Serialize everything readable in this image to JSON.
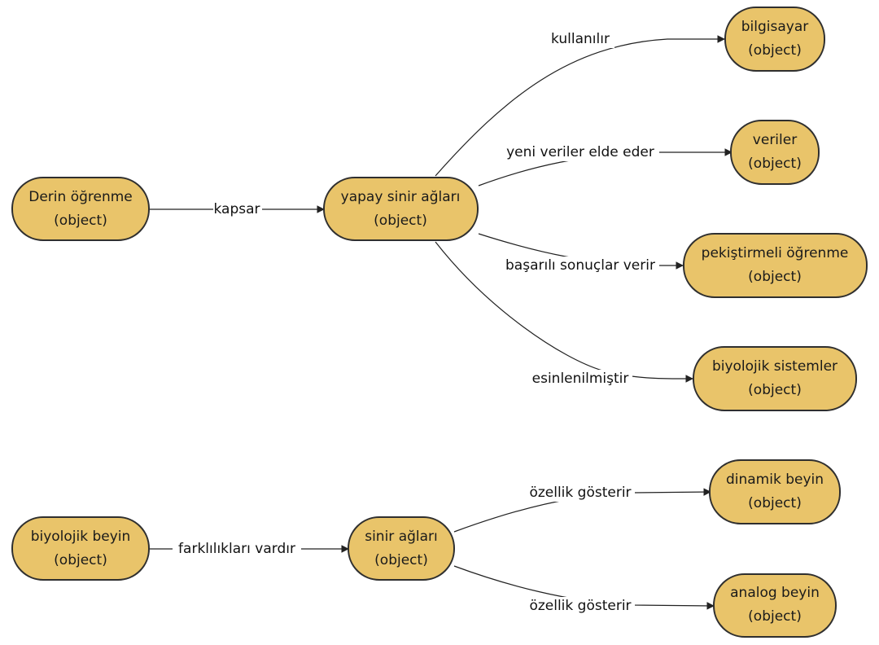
{
  "diagram": {
    "nodes": [
      {
        "id": "n1",
        "label": "Derin öğrenme",
        "sublabel": "(object)"
      },
      {
        "id": "n2",
        "label": "yapay sinir ağları",
        "sublabel": "(object)"
      },
      {
        "id": "n3",
        "label": "bilgisayar",
        "sublabel": "(object)"
      },
      {
        "id": "n4",
        "label": "veriler",
        "sublabel": "(object)"
      },
      {
        "id": "n5",
        "label": "pekiştirmeli öğrenme",
        "sublabel": "(object)"
      },
      {
        "id": "n6",
        "label": "biyolojik sistemler",
        "sublabel": "(object)"
      },
      {
        "id": "n7",
        "label": "biyolojik beyin",
        "sublabel": "(object)"
      },
      {
        "id": "n8",
        "label": "sinir ağları",
        "sublabel": "(object)"
      },
      {
        "id": "n9",
        "label": "dinamik beyin",
        "sublabel": "(object)"
      },
      {
        "id": "n10",
        "label": "analog beyin",
        "sublabel": "(object)"
      }
    ],
    "edges": [
      {
        "from": "n1",
        "to": "n2",
        "label": "kapsar"
      },
      {
        "from": "n2",
        "to": "n3",
        "label": "kullanılır"
      },
      {
        "from": "n2",
        "to": "n4",
        "label": "yeni veriler elde eder"
      },
      {
        "from": "n2",
        "to": "n5",
        "label": "başarılı sonuçlar verir"
      },
      {
        "from": "n2",
        "to": "n6",
        "label": "esinlenilmiştir"
      },
      {
        "from": "n7",
        "to": "n8",
        "label": "farklılıkları vardır"
      },
      {
        "from": "n8",
        "to": "n9",
        "label": "özellik gösterir"
      },
      {
        "from": "n8",
        "to": "n10",
        "label": "özellik gösterir"
      }
    ]
  },
  "colors": {
    "node_fill": "#e9c46a",
    "node_stroke": "#2f2f2f",
    "edge": "#222222"
  }
}
